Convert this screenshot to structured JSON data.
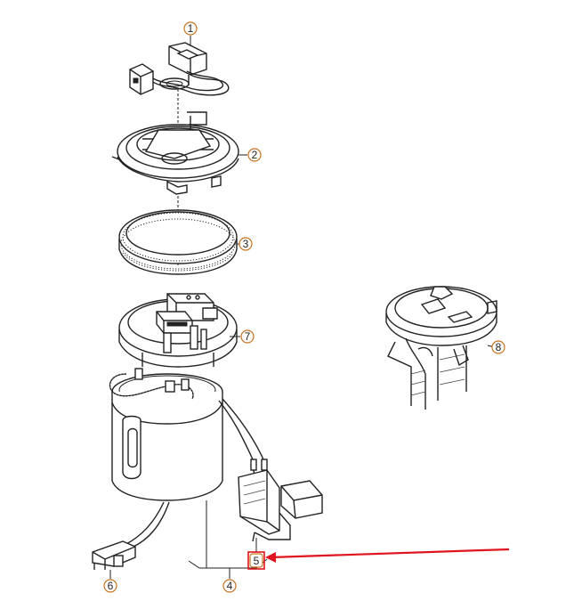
{
  "diagram": {
    "callouts": [
      {
        "id": "c1",
        "label": "1"
      },
      {
        "id": "c2",
        "label": "2"
      },
      {
        "id": "c3",
        "label": "3"
      },
      {
        "id": "c4",
        "label": "4"
      },
      {
        "id": "c5",
        "label": "5"
      },
      {
        "id": "c6",
        "label": "6"
      },
      {
        "id": "c7",
        "label": "7"
      },
      {
        "id": "c8",
        "label": "8"
      }
    ],
    "highlight_color": "#e0141e",
    "callout_ring_color": "#c8741e"
  }
}
